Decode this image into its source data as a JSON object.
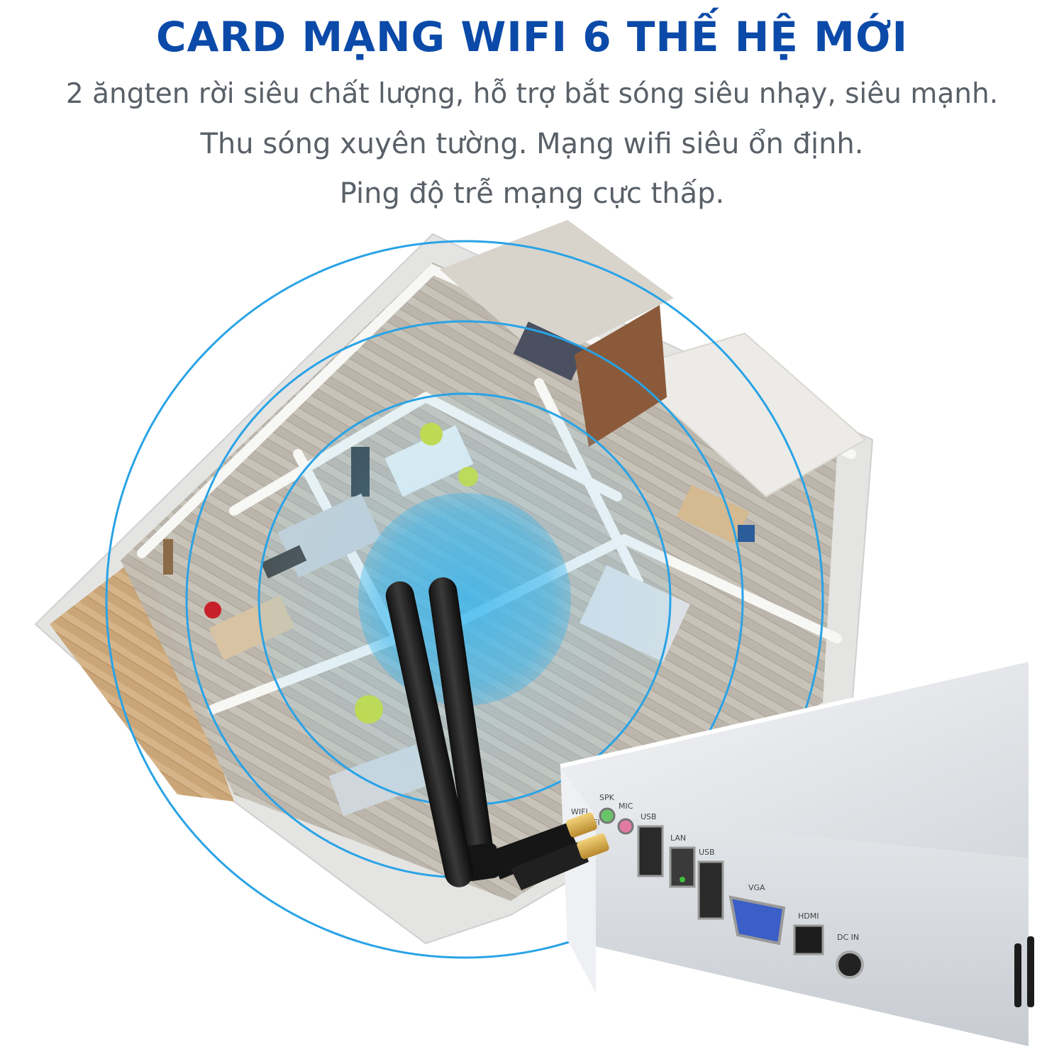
{
  "header": {
    "title": "CARD MẠNG WIFI 6 THẾ HỆ MỚI",
    "lines": [
      "2 ăngten rời siêu chất lượng, hỗ trợ bắt sóng siêu nhạy, siêu mạnh.",
      "Thu sóng xuyên tường. Mạng wifi siêu ổn định.",
      "Ping độ trễ mạng cực thấp."
    ]
  },
  "device": {
    "ports": {
      "spk": "SPK",
      "mic": "MIC",
      "wifi1": "WIFI",
      "wifi2": "WIFI",
      "usb1": "USB",
      "lan": "LAN",
      "usb2": "USB",
      "vga": "VGA",
      "hdmi": "HDMI",
      "dcin": "DC IN"
    }
  },
  "colors": {
    "title": "#0b4aa8",
    "subtitle": "#5a6068",
    "signal_ring": "#29a3e6",
    "signal_core": "#2fb3ee"
  },
  "icons": [
    "wifi-signal-rings-icon",
    "antenna-icon"
  ]
}
